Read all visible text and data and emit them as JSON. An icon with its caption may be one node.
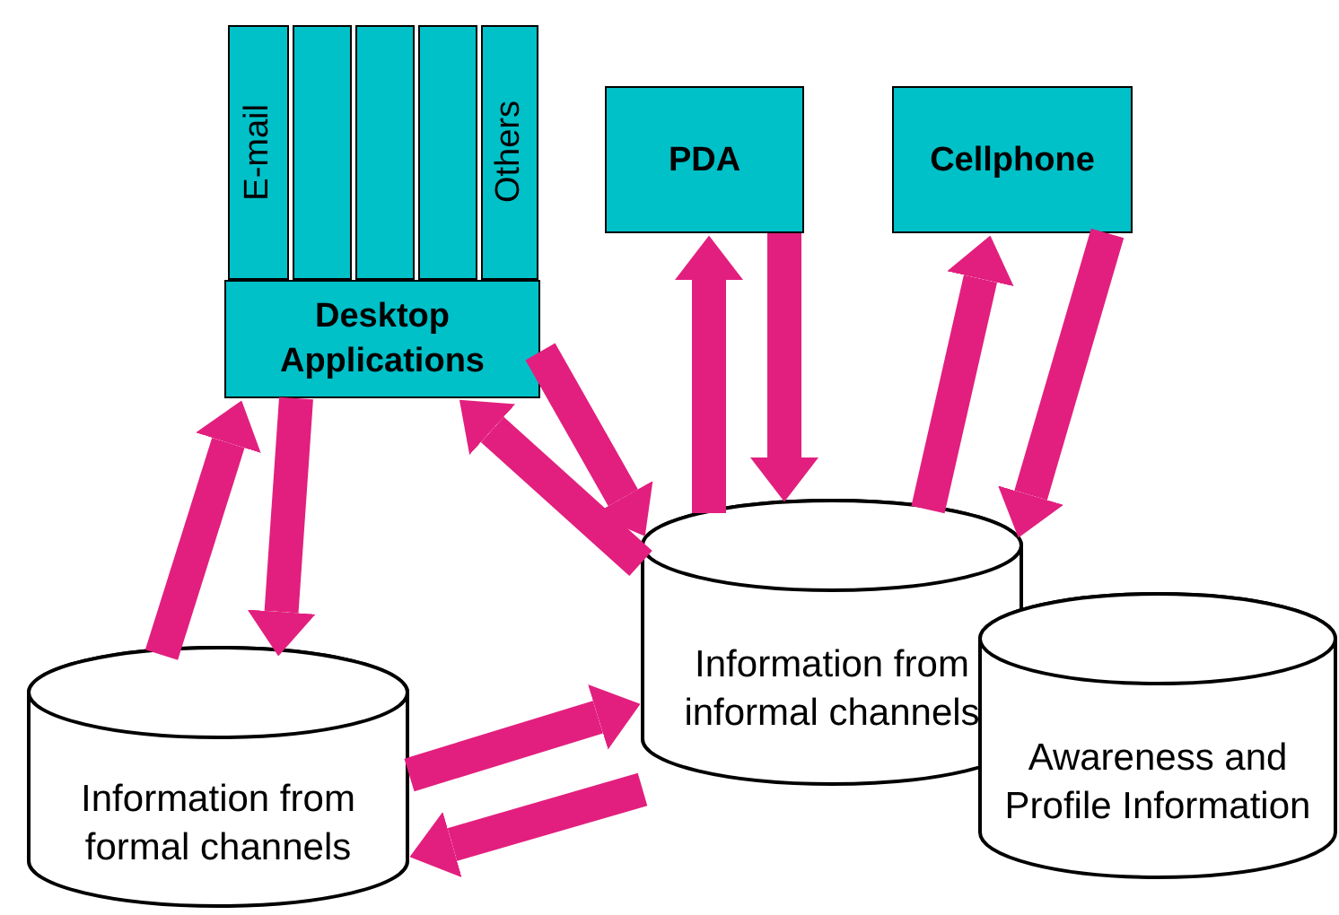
{
  "diagram": {
    "nodes": [
      {
        "text": [
          "E-mail"
        ]
      },
      {
        "text": [],
        "shape": "box"
      },
      {
        "text": [],
        "shape": "box"
      },
      {
        "text": [],
        "shape": "box"
      },
      {
        "text": [
          "Others"
        ]
      },
      {
        "text": [
          "Desktop Applications"
        ]
      },
      {
        "text": [
          "PDA"
        ]
      },
      {
        "text": [
          "Cellphone"
        ]
      },
      {
        "text": [
          "Information from formal channels"
        ]
      },
      {
        "text": [
          "Information from informal channels"
        ]
      },
      {
        "text": [
          "Awareness and Profile Information"
        ]
      }
    ],
    "edges": [
      {
        "from": 8,
        "to": 5,
        "arrow": "to"
      },
      {
        "from": 5,
        "to": 8,
        "arrow": "to"
      },
      {
        "from": 9,
        "to": 5,
        "arrow": "to"
      },
      {
        "from": 5,
        "to": 9,
        "arrow": "to"
      },
      {
        "from": 9,
        "to": 6,
        "arrow": "to"
      },
      {
        "from": 6,
        "to": 9,
        "arrow": "to"
      },
      {
        "from": 9,
        "to": 7,
        "arrow": "to"
      },
      {
        "from": 7,
        "to": 9,
        "arrow": "to"
      },
      {
        "from": 8,
        "to": 9,
        "arrow": "to"
      },
      {
        "from": 9,
        "to": 8,
        "arrow": "to"
      }
    ]
  }
}
